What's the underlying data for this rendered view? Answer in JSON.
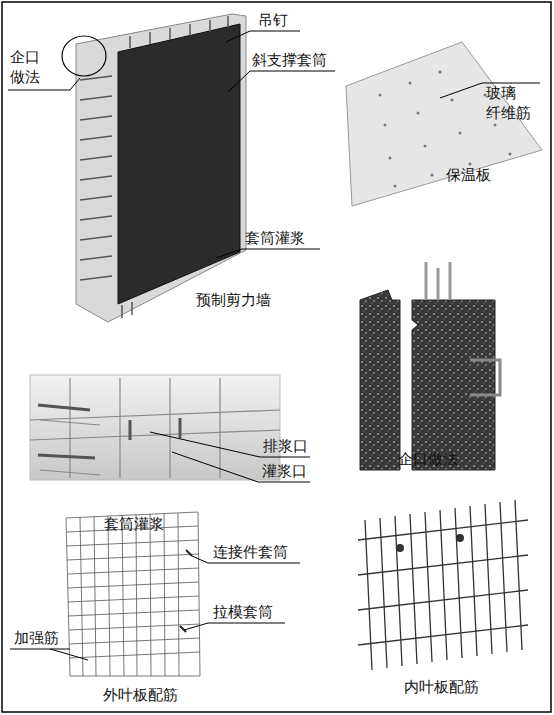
{
  "diagram": {
    "labels": [
      "企口 做法",
      "吊钉",
      "斜支撑套筒",
      "玻璃 纤维筋",
      "保温板",
      "套筒灌浆",
      "预制剪力墙",
      "企口做法",
      "排浆口",
      "灌浆口",
      "套筒灌浆",
      "连接件套筒",
      "拉模套筒",
      "加强筋",
      "外叶板配筋",
      "内叶板配筋"
    ]
  }
}
